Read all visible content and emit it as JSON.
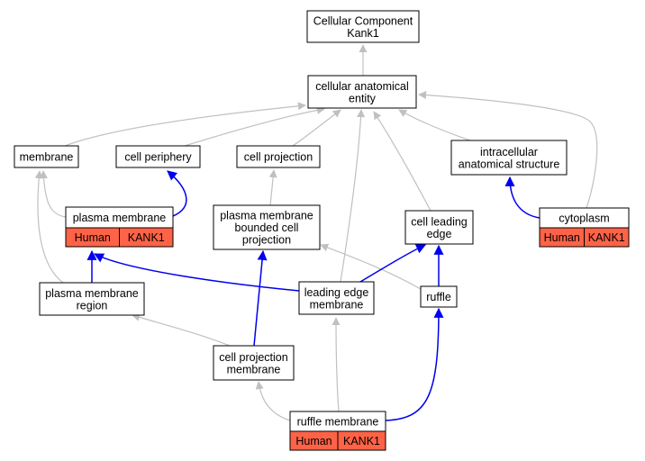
{
  "colors": {
    "node_border": "#000000",
    "node_fill": "#ffffff",
    "annotation_fill": "#ff6347",
    "edge_is_a": "#c0c0c0",
    "edge_part_of": "#0000ee"
  },
  "nodes": [
    {
      "id": "root",
      "lines": [
        "Cellular Component",
        "Kank1"
      ]
    },
    {
      "id": "cae",
      "lines": [
        "cellular anatomical",
        "entity"
      ]
    },
    {
      "id": "membrane",
      "lines": [
        "membrane"
      ]
    },
    {
      "id": "periphery",
      "lines": [
        "cell periphery"
      ]
    },
    {
      "id": "projection",
      "lines": [
        "cell projection"
      ]
    },
    {
      "id": "intracellular",
      "lines": [
        "intracellular",
        "anatomical structure"
      ]
    },
    {
      "id": "pm",
      "lines": [
        "plasma membrane"
      ],
      "annotation": [
        "Human",
        "KANK1"
      ]
    },
    {
      "id": "pmbcp",
      "lines": [
        "plasma membrane",
        "bounded cell",
        "projection"
      ]
    },
    {
      "id": "leading_edge",
      "lines": [
        "cell leading",
        "edge"
      ]
    },
    {
      "id": "cytoplasm",
      "lines": [
        "cytoplasm"
      ],
      "annotation": [
        "Human",
        "KANK1"
      ]
    },
    {
      "id": "pm_region",
      "lines": [
        "plasma membrane",
        "region"
      ]
    },
    {
      "id": "le_membrane",
      "lines": [
        "leading edge",
        "membrane"
      ]
    },
    {
      "id": "ruffle",
      "lines": [
        "ruffle"
      ]
    },
    {
      "id": "cp_membrane",
      "lines": [
        "cell projection",
        "membrane"
      ]
    },
    {
      "id": "ruffle_membrane",
      "lines": [
        "ruffle membrane"
      ],
      "annotation": [
        "Human",
        "KANK1"
      ]
    }
  ]
}
